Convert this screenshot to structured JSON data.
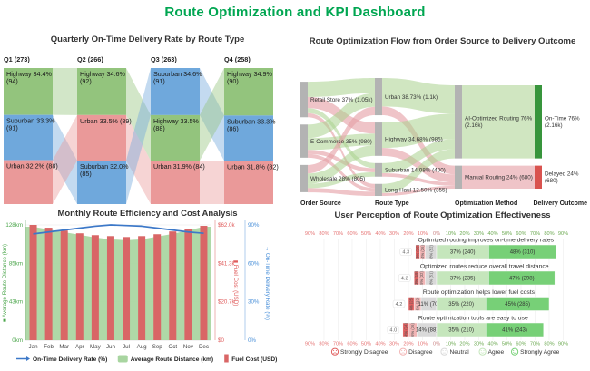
{
  "dashboard": {
    "title": "Route Optimization and KPI Dashboard",
    "title_color": "#00a651"
  },
  "palette": {
    "highway": "#93c47d",
    "suburban": "#6fa8dc",
    "urban": "#ea9999",
    "sankey_green": "#a9d18e",
    "sankey_pink": "#e5a0a7",
    "sankey_node": "#b3b3b3",
    "on_time_node": "#38953c",
    "delayed_node": "#d9534f",
    "bar_red": "#d96666",
    "area_green": "#a8d5a0",
    "line_blue": "#3c78c8",
    "axis_green": "#4ca64c",
    "axis_red": "#e05c5c",
    "axis_blue": "#4a90d9",
    "likert": {
      "strongly_disagree": "#e06060",
      "disagree": "#f2b5b5",
      "neutral": "#d9d9d9",
      "agree": "#c5e6bc",
      "strongly_agree": "#77d077"
    }
  },
  "chart_data": [
    {
      "id": "quarterly_alluvial",
      "type": "alluvial",
      "title": "Quarterly On-Time Delivery Rate by Route Type",
      "categories": [
        "Highway",
        "Suburban",
        "Urban"
      ],
      "columns": [
        {
          "header": "Q1 (273)",
          "total": 273,
          "blocks": [
            {
              "category": "Highway",
              "pct": 34.4,
              "count": 94,
              "lines": [
                "Highway 34.4%",
                "(94)"
              ]
            },
            {
              "category": "Suburban",
              "pct": 33.3,
              "count": 91,
              "lines": [
                "Suburban 33.3%",
                "(91)"
              ]
            },
            {
              "category": "Urban",
              "pct": 32.2,
              "count": 88,
              "lines": [
                "Urban 32.2% (88)"
              ]
            }
          ]
        },
        {
          "header": "Q2 (266)",
          "total": 266,
          "blocks": [
            {
              "category": "Highway",
              "pct": 34.6,
              "count": 92,
              "lines": [
                "Highway 34.6%",
                "(92)"
              ]
            },
            {
              "category": "Urban",
              "pct": 33.5,
              "count": 89,
              "lines": [
                "Urban 33.5% (89)"
              ]
            },
            {
              "category": "Suburban",
              "pct": 32.0,
              "count": 85,
              "lines": [
                "Suburban 32.0%",
                "(85)"
              ]
            }
          ]
        },
        {
          "header": "Q3 (263)",
          "total": 263,
          "blocks": [
            {
              "category": "Suburban",
              "pct": 34.6,
              "count": 91,
              "lines": [
                "Suburban 34.6%",
                "(91)"
              ]
            },
            {
              "category": "Highway",
              "pct": 33.5,
              "count": 88,
              "lines": [
                "Highway 33.5%",
                "(88)"
              ]
            },
            {
              "category": "Urban",
              "pct": 31.9,
              "count": 84,
              "lines": [
                "Urban 31.9% (84)"
              ]
            }
          ]
        },
        {
          "header": "Q4 (258)",
          "total": 258,
          "blocks": [
            {
              "category": "Highway",
              "pct": 34.9,
              "count": 90,
              "lines": [
                "Highway 34.9%",
                "(90)"
              ]
            },
            {
              "category": "Suburban",
              "pct": 33.3,
              "count": 86,
              "lines": [
                "Suburban 33.3%",
                "(86)"
              ]
            },
            {
              "category": "Urban",
              "pct": 31.8,
              "count": 82,
              "lines": [
                "Urban 31.8% (82)"
              ]
            }
          ]
        }
      ]
    },
    {
      "id": "sankey_flow",
      "type": "sankey",
      "title": "Route Optimization Flow from Order Source to Delivery Outcome",
      "stage_labels": [
        "Order Source",
        "Route Type",
        "Optimization Method",
        "Delivery Outcome"
      ],
      "nodes": [
        {
          "id": "retail",
          "stage": 0,
          "value": 1050,
          "label": "Retail Store 37% (1.05k)"
        },
        {
          "id": "ecom",
          "stage": 0,
          "value": 980,
          "label": "E-Commerce 35% (980)"
        },
        {
          "id": "wholesale",
          "stage": 0,
          "value": 805,
          "label": "Wholesale 28% (805)"
        },
        {
          "id": "urban",
          "stage": 1,
          "value": 1100,
          "label": "Urban 38.73% (1.1k)"
        },
        {
          "id": "highway",
          "stage": 1,
          "value": 985,
          "label": "Highway 34.68% (985)"
        },
        {
          "id": "suburban",
          "stage": 1,
          "value": 400,
          "label": "Suburban 14.08% (400)"
        },
        {
          "id": "longhaul",
          "stage": 1,
          "value": 355,
          "label": "Long-Haul 12.50% (355)"
        },
        {
          "id": "ai",
          "stage": 2,
          "value": 2160,
          "label": "AI-Optimized Routing 76%\n(2.16k)"
        },
        {
          "id": "manual",
          "stage": 2,
          "value": 680,
          "label": "Manual Routing 24% (680)"
        },
        {
          "id": "ontime",
          "stage": 3,
          "value": 2160,
          "label": "On-Time 76%\n(2.16k)",
          "color": "#38953c"
        },
        {
          "id": "delayed",
          "stage": 3,
          "value": 680,
          "label": "Delayed 24%\n(680)",
          "color": "#d9534f"
        }
      ],
      "links": [
        {
          "s": "retail",
          "t": "urban",
          "v": 450,
          "c": "g"
        },
        {
          "s": "retail",
          "t": "highway",
          "v": 330,
          "c": "p"
        },
        {
          "s": "retail",
          "t": "suburban",
          "v": 150,
          "c": "g"
        },
        {
          "s": "retail",
          "t": "longhaul",
          "v": 120,
          "c": "p"
        },
        {
          "s": "ecom",
          "t": "urban",
          "v": 400,
          "c": "g"
        },
        {
          "s": "ecom",
          "t": "highway",
          "v": 350,
          "c": "g"
        },
        {
          "s": "ecom",
          "t": "suburban",
          "v": 120,
          "c": "p"
        },
        {
          "s": "ecom",
          "t": "longhaul",
          "v": 110,
          "c": "p"
        },
        {
          "s": "wholesale",
          "t": "urban",
          "v": 250,
          "c": "p"
        },
        {
          "s": "wholesale",
          "t": "highway",
          "v": 305,
          "c": "g"
        },
        {
          "s": "wholesale",
          "t": "suburban",
          "v": 130,
          "c": "g"
        },
        {
          "s": "wholesale",
          "t": "longhaul",
          "v": 125,
          "c": "p"
        },
        {
          "s": "urban",
          "t": "ai",
          "v": 840,
          "c": "g"
        },
        {
          "s": "urban",
          "t": "manual",
          "v": 260,
          "c": "p"
        },
        {
          "s": "highway",
          "t": "ai",
          "v": 750,
          "c": "g"
        },
        {
          "s": "highway",
          "t": "manual",
          "v": 235,
          "c": "p"
        },
        {
          "s": "suburban",
          "t": "ai",
          "v": 300,
          "c": "g"
        },
        {
          "s": "suburban",
          "t": "manual",
          "v": 100,
          "c": "p"
        },
        {
          "s": "longhaul",
          "t": "ai",
          "v": 270,
          "c": "g"
        },
        {
          "s": "longhaul",
          "t": "manual",
          "v": 85,
          "c": "p"
        },
        {
          "s": "ai",
          "t": "ontime",
          "v": 2160,
          "c": "g"
        },
        {
          "s": "manual",
          "t": "delayed",
          "v": 680,
          "c": "p"
        }
      ]
    },
    {
      "id": "monthly_combo",
      "type": "bar+line+area",
      "title": "Monthly Route Efficiency and Cost Analysis",
      "months": [
        "Jan",
        "Feb",
        "Mar",
        "Apr",
        "May",
        "Jun",
        "Jul",
        "Aug",
        "Sep",
        "Oct",
        "Nov",
        "Dec"
      ],
      "series": [
        {
          "name": "Average Route Distance (km)",
          "type": "area",
          "unit": "km",
          "max": 128,
          "values": [
            126,
            123,
            120,
            117,
            114,
            112,
            111,
            112,
            115,
            118,
            122,
            126
          ]
        },
        {
          "name": "Fuel Cost (USD)",
          "type": "bar",
          "unit": "$k",
          "max": 62,
          "values": [
            62,
            60.5,
            59,
            57.5,
            56.5,
            56,
            55.5,
            56,
            57,
            58.5,
            60,
            61.5
          ]
        },
        {
          "name": "On-Time Delivery Rate (%)",
          "type": "line",
          "unit": "%",
          "max": 90,
          "values": [
            83,
            84.5,
            86,
            87.5,
            89,
            90,
            89.5,
            89,
            87.5,
            86,
            84.5,
            83.5
          ]
        }
      ],
      "axes": {
        "left": {
          "title": "Average Route Distance (km)",
          "icon": "■",
          "ticks": [
            "0km",
            "43km",
            "85km",
            "128km"
          ]
        },
        "right1": {
          "title": "Fuel Cost (USD)",
          "icon": "▮",
          "ticks": [
            "$0",
            "$20.7k",
            "$41.3k",
            "$62.0k"
          ]
        },
        "right2": {
          "title": "On-Time Delivery Rate (%)",
          "icon": "→",
          "ticks": [
            "0%",
            "30%",
            "60%",
            "90%"
          ]
        }
      },
      "legend": [
        "On-Time Delivery Rate (%)",
        "Average Route Distance (km)",
        "Fuel Cost (USD)"
      ]
    },
    {
      "id": "likert_perception",
      "type": "diverging-bar",
      "title": "User Perception of Route Optimization Effectiveness",
      "tick_max": 90,
      "tick_step": 10,
      "legend": [
        "Strongly Disagree",
        "Disagree",
        "Neutral",
        "Agree",
        "Strongly Agree"
      ],
      "questions": [
        {
          "text": "Optimized routing improves on-time delivery rates",
          "score": "4.3",
          "segments": [
            {
              "pct": 3,
              "count": 20
            },
            {
              "pct": 4,
              "count": 26
            },
            {
              "pct": 8,
              "count": 52
            },
            {
              "pct": 37,
              "count": 240
            },
            {
              "pct": 48,
              "count": 310
            }
          ]
        },
        {
          "text": "Optimized routes reduce overall travel distance",
          "score": "4.2",
          "segments": [
            {
              "pct": 3,
              "count": 19
            },
            {
              "pct": 5,
              "count": 32
            },
            {
              "pct": 8,
              "count": 51
            },
            {
              "pct": 37,
              "count": 235
            },
            {
              "pct": 47,
              "count": 298
            }
          ]
        },
        {
          "text": "Route optimization helps lower fuel costs",
          "score": "4.2",
          "segments": [
            {
              "pct": 4,
              "count": 25
            },
            {
              "pct": 5,
              "count": 32
            },
            {
              "pct": 11,
              "count": 70
            },
            {
              "pct": 35,
              "count": 220
            },
            {
              "pct": 45,
              "count": 285
            }
          ]
        },
        {
          "text": "Route optimization tools are easy to use",
          "score": "4.0",
          "segments": [
            {
              "pct": 4,
              "count": 24
            },
            {
              "pct": 6,
              "count": 36
            },
            {
              "pct": 14,
              "count": 88
            },
            {
              "pct": 35,
              "count": 210
            },
            {
              "pct": 41,
              "count": 243
            }
          ]
        }
      ]
    }
  ]
}
